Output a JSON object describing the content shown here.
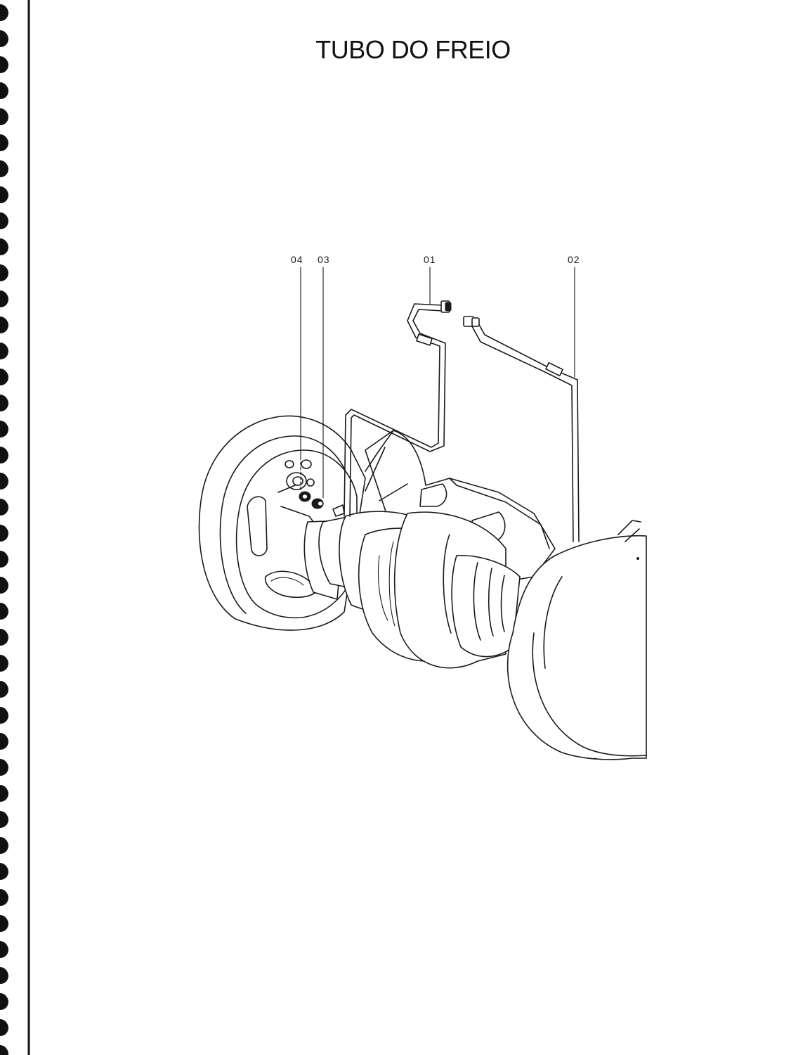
{
  "page": {
    "title": "TUBO DO FREIO"
  },
  "callouts": [
    {
      "id": "04",
      "label": "04"
    },
    {
      "id": "03",
      "label": "03"
    },
    {
      "id": "01",
      "label": "01"
    },
    {
      "id": "02",
      "label": "02"
    }
  ]
}
